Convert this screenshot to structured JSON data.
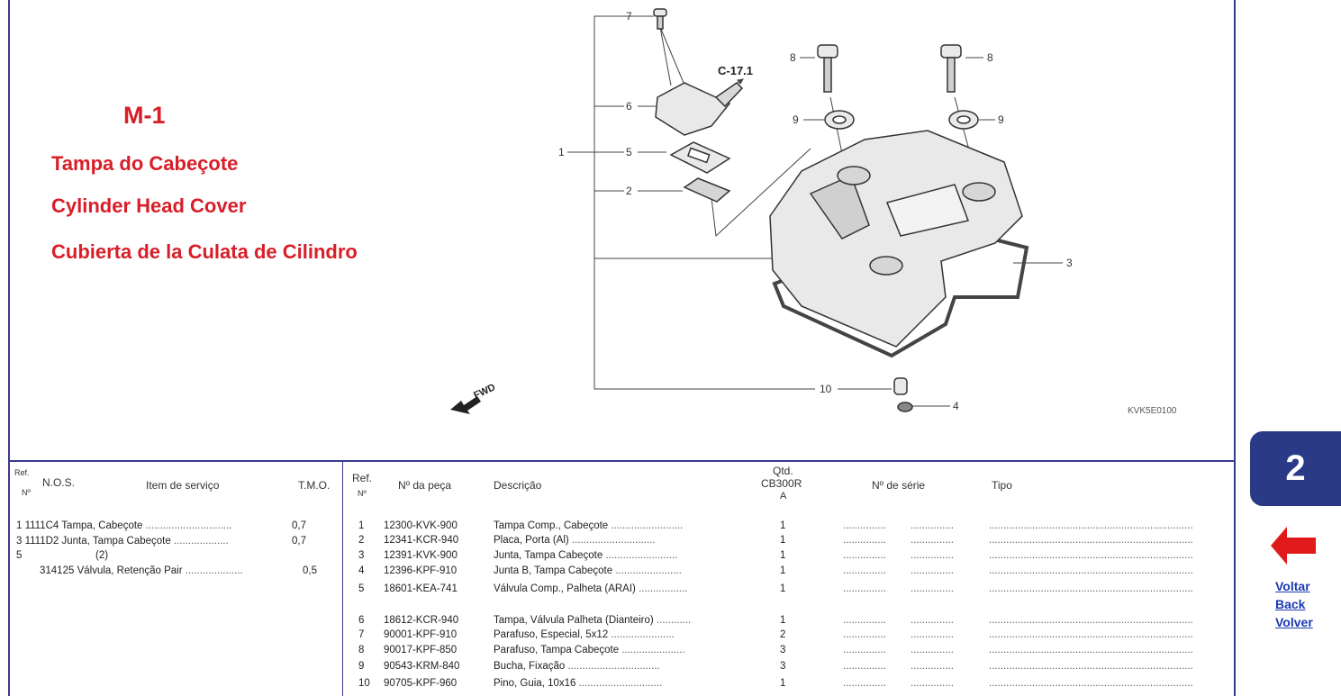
{
  "header": {
    "code": "M-1",
    "title_pt": "Tampa do Cabeçote",
    "title_en": "Cylinder Head Cover",
    "title_es": "Cubierta de la Culata de Cilindro"
  },
  "diagram": {
    "callout_ref": "C-17.1",
    "fwd_label": "FWD",
    "image_code": "KVK5E0100",
    "callout_numbers": [
      "7",
      "8",
      "8",
      "6",
      "9",
      "9",
      "1",
      "5",
      "2",
      "3",
      "10",
      "4"
    ]
  },
  "service_table": {
    "headers": {
      "ref": "Ref.",
      "ref_no": "Nº",
      "nos": "N.O.S.",
      "item": "Item de serviço",
      "tmo": "T.M.O."
    },
    "rows": [
      {
        "text": "1 1111C4 Tampa, Cabeçote",
        "tmo": "0,7"
      },
      {
        "text": "3 1111D2 Junta, Tampa Cabeçote",
        "tmo": "0,7"
      },
      {
        "text": "5",
        "extra": "(2)",
        "tmo": ""
      },
      {
        "text": "314125 Válvula, Retenção Pair",
        "tmo": "0,5"
      }
    ]
  },
  "parts_table": {
    "headers": {
      "ref": "Ref.",
      "ref_no": "Nº",
      "part_no": "Nº da peça",
      "desc": "Descrição",
      "qty": "Qtd.",
      "model": "CB300R",
      "variant": "A",
      "serial": "Nº de série",
      "type": "Tipo"
    },
    "rows": [
      {
        "ref": "1",
        "part": "12300-KVK-900",
        "desc": "Tampa Comp., Cabeçote",
        "qty": "1"
      },
      {
        "ref": "2",
        "part": "12341-KCR-940",
        "desc": "Placa, Porta (Al)",
        "qty": "1"
      },
      {
        "ref": "3",
        "part": "12391-KVK-900",
        "desc": "Junta, Tampa Cabeçote",
        "qty": "1"
      },
      {
        "ref": "4",
        "part": "12396-KPF-910",
        "desc": "Junta B, Tampa Cabeçote",
        "qty": "1"
      },
      {
        "ref": "5",
        "part": "18601-KEA-741",
        "desc": "Válvula Comp., Palheta (ARAI)",
        "qty": "1"
      },
      {
        "ref": "6",
        "part": "18612-KCR-940",
        "desc": "Tampa, Válvula Palheta (Dianteiro)",
        "qty": "1"
      },
      {
        "ref": "7",
        "part": "90001-KPF-910",
        "desc": "Parafuso, Especial, 5x12",
        "qty": "2"
      },
      {
        "ref": "8",
        "part": "90017-KPF-850",
        "desc": "Parafuso, Tampa Cabeçote",
        "qty": "3"
      },
      {
        "ref": "9",
        "part": "90543-KRM-840",
        "desc": "Bucha, Fixação",
        "qty": "3"
      },
      {
        "ref": "10",
        "part": "90705-KPF-960",
        "desc": "Pino, Guia, 10x16",
        "qty": "1"
      }
    ]
  },
  "nav": {
    "page_number": "2",
    "voltar": "Voltar",
    "back": "Back",
    "volver": "Volver"
  },
  "colors": {
    "title_red": "#d81e28",
    "border_blue": "#3a3a8c",
    "badge_blue": "#2b3a87",
    "link_blue": "#1a3ab0"
  }
}
